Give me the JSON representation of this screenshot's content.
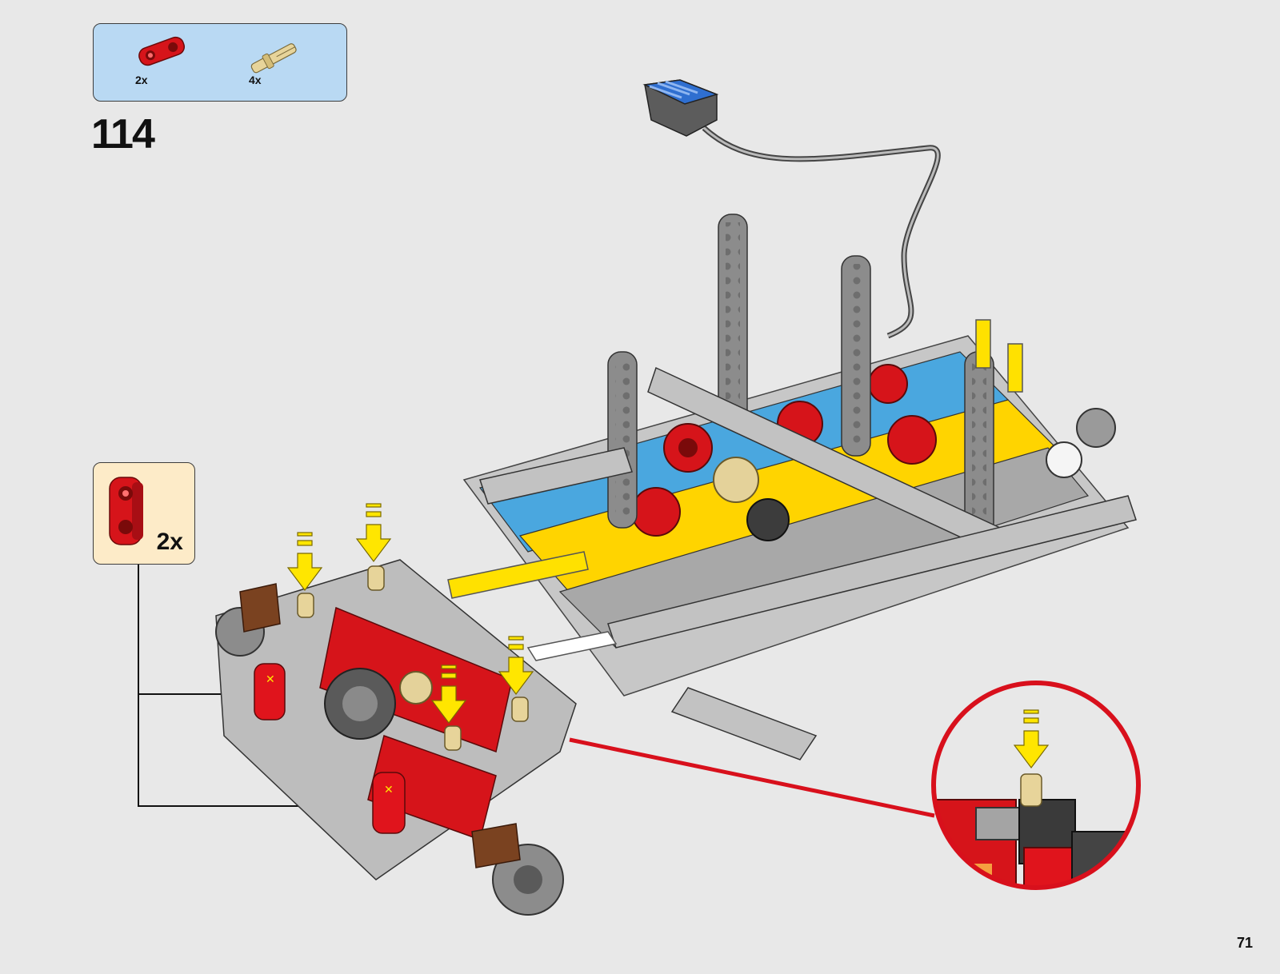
{
  "parts_list": {
    "items": [
      {
        "part": "red-connector-icon",
        "quantity": "2x"
      },
      {
        "part": "tan-axle-pin-icon",
        "quantity": "4x"
      }
    ]
  },
  "step": {
    "number": "114"
  },
  "sub_assembly": {
    "part": "red-connector-icon",
    "quantity": "2x"
  },
  "page": {
    "number": "71"
  },
  "colors": {
    "callout_parts": "#b9d9f3",
    "callout_sub": "#fdebc8",
    "arrow": "#ffe600",
    "zoom_ring": "#d8101c",
    "technic_red": "#e0141c",
    "technic_yellow": "#ffd400",
    "technic_gray": "#a4a4a4",
    "technic_dark": "#5a5a5a",
    "technic_blue": "#3aa2dd"
  }
}
